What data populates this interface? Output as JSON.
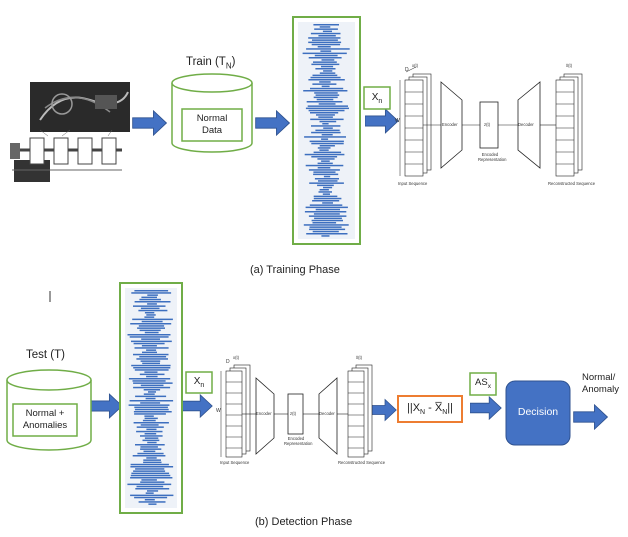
{
  "training": {
    "title": "Train (T",
    "title_sub": "N",
    "title_end": ")",
    "store_line1": "Normal",
    "store_line2": "Data",
    "input_var": "X",
    "input_var_sub": "n",
    "caption": "(a) Training Phase"
  },
  "detection": {
    "title": "Test (T)",
    "store_line1": "Normal +",
    "store_line2": "Anomalies",
    "input_var": "X",
    "input_var_sub": "n",
    "score_formula": "||X",
    "score_sub1": "N",
    "score_mid": " - X̅",
    "score_sub2": "N",
    "score_end": "||",
    "score_var": "AS",
    "score_var_sub": "x",
    "decision": "Decision",
    "output_line1": "Normal/",
    "output_line2": "Anomaly",
    "caption": "(b) Detection Phase"
  },
  "autoencoder": {
    "input_label": "Input Sequence",
    "encoder_label": "Encoder",
    "latent_symbol": "z(t)",
    "latent_label_1": "Encoded",
    "latent_label_2": "Representation",
    "decoder_label": "Decoder",
    "output_label": "Reconstructed Sequence",
    "dim_d": "D",
    "dim_w": "W",
    "x_symbol": "x(t)",
    "xhat_symbol": "x̂(t)"
  },
  "colors": {
    "arrow": "#4472C4",
    "arrow_edge": "#2F528F",
    "green": "#70AD47",
    "orange": "#ED7D31",
    "decision_fill": "#4472C4",
    "series": "#3d6fbf"
  }
}
